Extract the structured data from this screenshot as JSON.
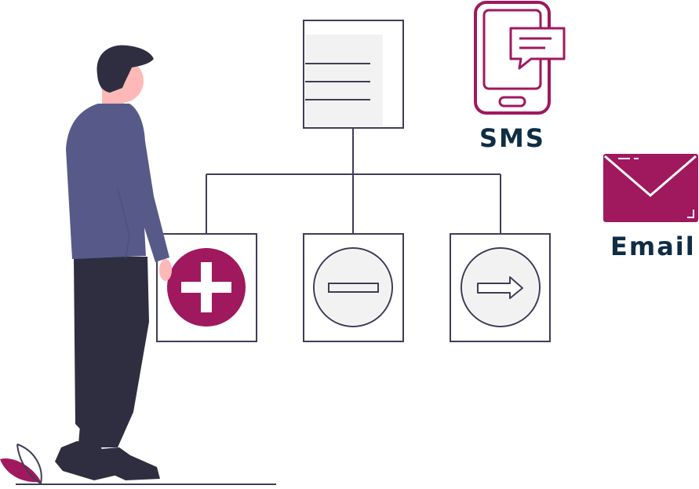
{
  "labels": {
    "sms": "SMS",
    "email": "Email"
  },
  "colors": {
    "accent": "#A0185E",
    "text_dark": "#0F2D44",
    "line": "#3F3D56",
    "shirt": "#575A89",
    "pants": "#2F2E41",
    "skin": "#FFB8B8",
    "hair": "#2F2E41",
    "panel_fill": "#F2F2F2"
  },
  "icons": {
    "document": "document-icon",
    "add": "plus-circle-icon",
    "remove": "minus-circle-icon",
    "forward": "arrow-right-icon",
    "sms": "smartphone-chat-icon",
    "email": "envelope-icon",
    "person": "person-illustration",
    "plant": "leaf-plant-icon"
  }
}
